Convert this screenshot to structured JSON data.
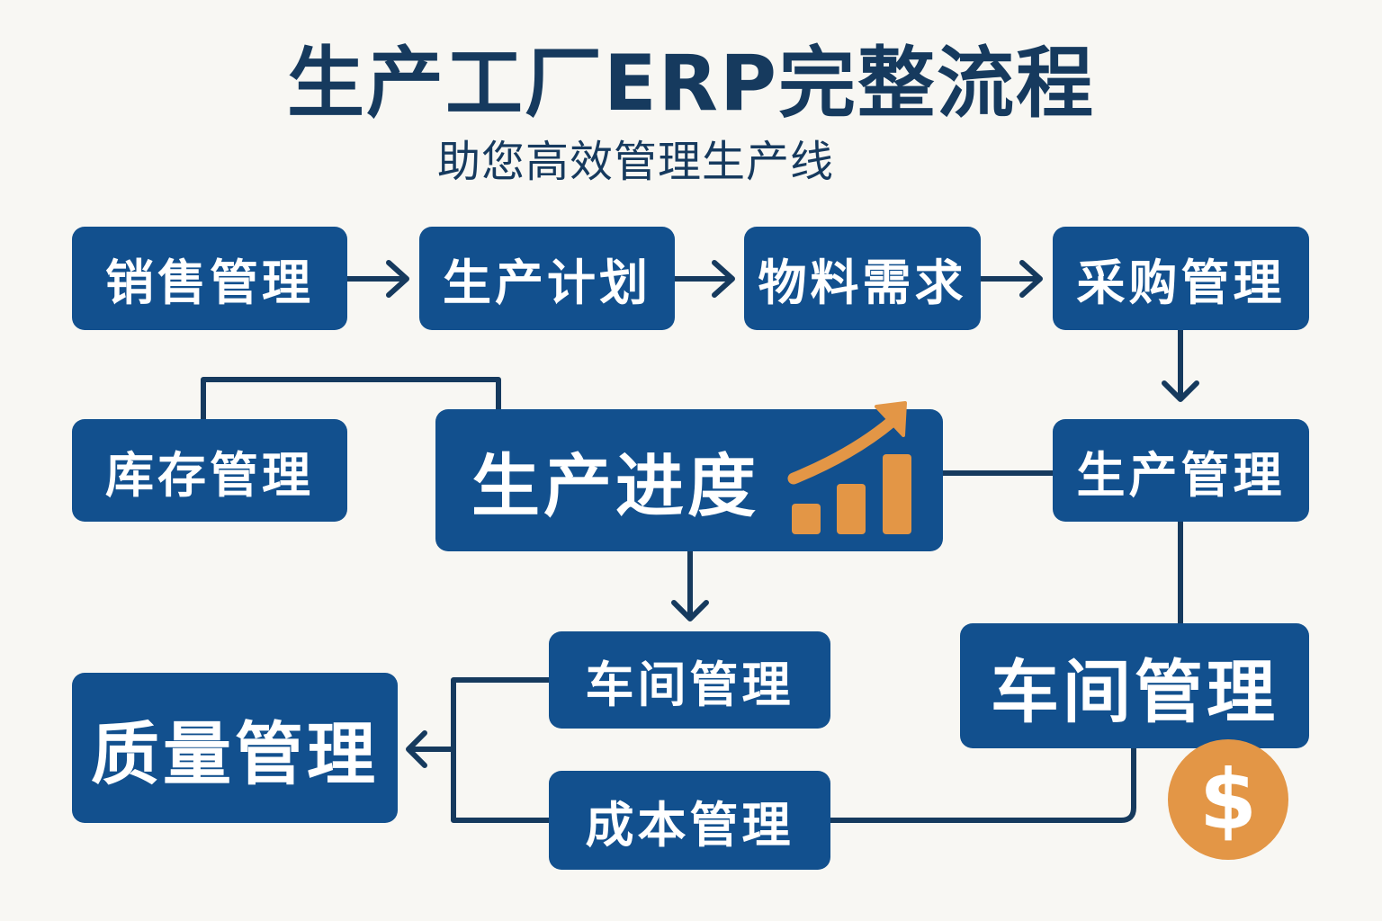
{
  "header": {
    "title": "生产工厂ERP完整流程",
    "subtitle": "助您高效管理生产线"
  },
  "nodes": {
    "sales": "销售管理",
    "production_plan": "生产计划",
    "material_requirements": "物料需求",
    "procurement": "采购管理",
    "inventory": "库存管理",
    "production_progress": "生产进度",
    "production_management": "生产管理",
    "workshop_center": "车间管理",
    "workshop_right": "车间管理",
    "quality": "质量管理",
    "cost": "成本管理"
  },
  "icons": {
    "progress_chart": "growth-bar-chart-icon",
    "currency": "dollar-coin-icon",
    "currency_symbol": "$"
  },
  "colors": {
    "node_fill": "#12508e",
    "connector": "#163a5e",
    "accent": "#e39646",
    "background": "#f8f7f3",
    "title": "#163a5e"
  }
}
